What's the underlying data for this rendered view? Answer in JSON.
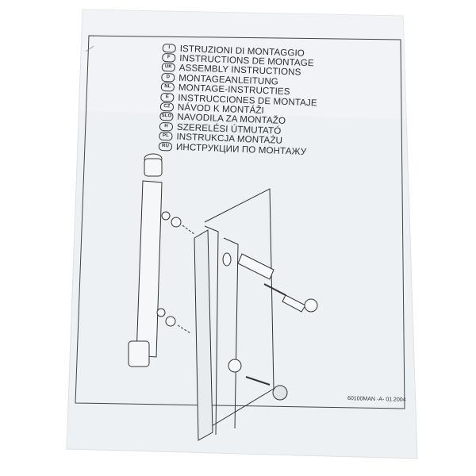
{
  "sheet": {
    "titles": [
      {
        "badge": "I",
        "text": "ISTRUZIONI DI MONTAGGIO"
      },
      {
        "badge": "F",
        "text": "INSTRUCTIONS DE MONTAGE"
      },
      {
        "badge": "UK",
        "text": "ASSEMBLY INSTRUCTIONS"
      },
      {
        "badge": "D",
        "text": "MONTAGEANLEITUNG"
      },
      {
        "badge": "NL",
        "text": "MONTAGE-INSTRUCTIES"
      },
      {
        "badge": "E",
        "text": "INSTRUCCIONES DE MONTAJE"
      },
      {
        "badge": "CZ",
        "text": "NÁVOD K MONTÁŽI"
      },
      {
        "badge": "SLO",
        "text": "NAVODILA ZA MONTAŽO"
      },
      {
        "badge": "H",
        "text": "SZERELÉSI ÚTMUTATÓ"
      },
      {
        "badge": "PL",
        "text": "INSTRUKCJA MONTAŻU"
      },
      {
        "badge": "RU",
        "text": "ИНСТРУКЦИИ ПО МОНТАЖУ"
      }
    ],
    "document_code": "60100MAN -A- 01.2004"
  },
  "colors": {
    "paper": "#eef1f5",
    "ink": "#2b2e33",
    "background": "#ffffff"
  }
}
